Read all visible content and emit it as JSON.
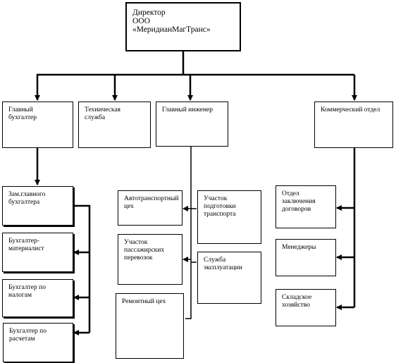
{
  "org_chart": {
    "director": "Директор\nООО\n«МеридианМагТранс»",
    "departments": {
      "chief_accountant": "Главный\nбухгалтер",
      "technical_service": "Техническая\nслужба",
      "chief_engineer": "Главный инженер",
      "commercial_department": "Коммерческий отдел"
    },
    "accounting": {
      "deputy_chief_accountant": "Зам.главного\nбухгалтера",
      "materials_accountant": "Бухгалтер-\nматериалист",
      "tax_accountant": "Бухгалтер по\nналогам",
      "settlements_accountant": "Бухгалтер по\nрасчетам"
    },
    "engineering": {
      "motor_column": "Автотранспортный\nцех",
      "passenger_transport_section": "Участок\nпассажирских\nперевозок",
      "repair_shop": "Ремонтный цех",
      "vehicle_preparation_section": "Участок\nподготовки\nтранспорта",
      "operations_service": "Служба\nэксплуатации"
    },
    "commercial": {
      "contracts_department": "Отдел\nзаключения\nдоговоров",
      "managers": "Менеджеры",
      "warehouse": "Складское\nхозяйство"
    }
  }
}
